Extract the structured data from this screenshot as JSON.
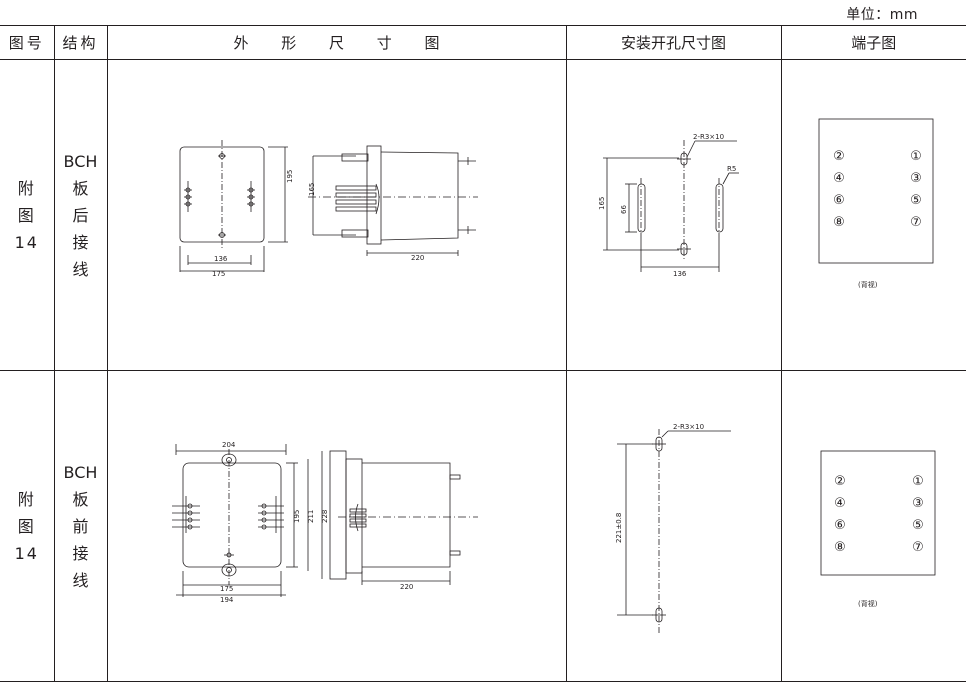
{
  "unit_label": "单位：mm",
  "headers": [
    "图号",
    "结构",
    "外 形 尺 寸 图",
    "安装开孔尺寸图",
    "端子图"
  ],
  "rows": [
    {
      "fig_chars": [
        "附",
        "图",
        "14"
      ],
      "model": "BCH",
      "struct_chars": [
        "板",
        "后",
        "接",
        "线"
      ],
      "outline_dims": {
        "height_outer": "195",
        "height_inner": "165",
        "width_inner": "136",
        "width_outer": "175",
        "depth": "220"
      },
      "cutout_dims": {
        "holes": "2-R3×10",
        "radius": "R5",
        "height_outer": "165",
        "height_inner": "66",
        "width": "136"
      },
      "terminals": [
        "②",
        "①",
        "④",
        "③",
        "⑥",
        "⑤",
        "⑧",
        "⑦"
      ],
      "view_label": "(背视)"
    },
    {
      "fig_chars": [
        "附",
        "图",
        "14"
      ],
      "model": "BCH",
      "struct_chars": [
        "板",
        "前",
        "接",
        "线"
      ],
      "outline_dims": {
        "top_width": "204",
        "h1": "195",
        "h2": "211",
        "h3": "228",
        "width_inner": "175",
        "width_outer": "194",
        "depth": "220"
      },
      "cutout_dims": {
        "holes": "2-R3×10",
        "height": "221±0.8"
      },
      "terminals": [
        "②",
        "①",
        "④",
        "③",
        "⑥",
        "⑤",
        "⑧",
        "⑦"
      ],
      "view_label": "(背视)"
    }
  ],
  "colors": {
    "line": "#231f20",
    "background": "#ffffff"
  }
}
